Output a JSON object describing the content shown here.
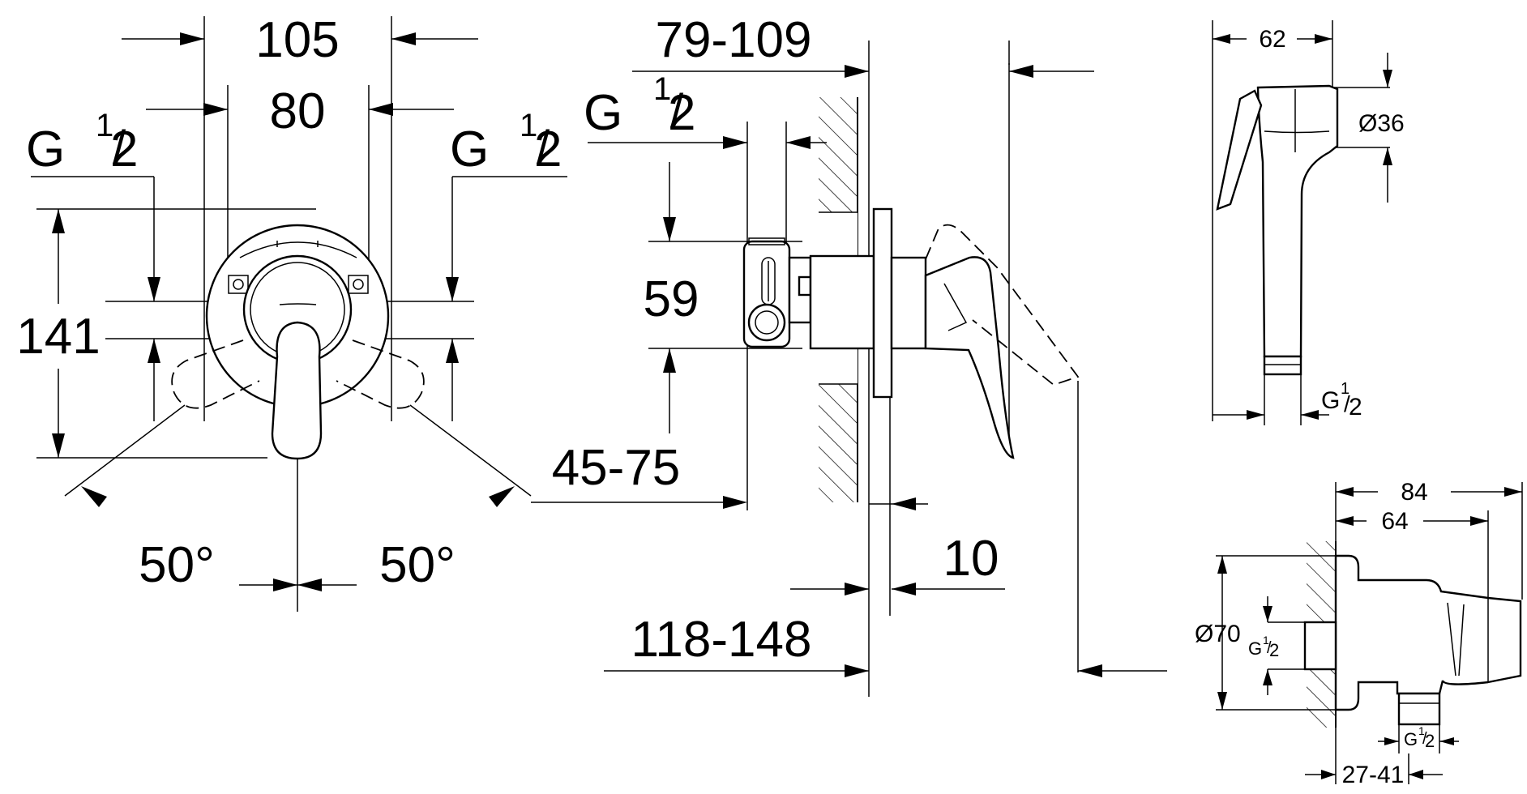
{
  "front_view": {
    "width_overall": "105",
    "width_inner": "80",
    "height": "141",
    "angle_left": "50°",
    "angle_right": "50°",
    "thread_left": {
      "main": "G",
      "num": "1",
      "den": "2"
    },
    "thread_right": {
      "main": "G",
      "num": "1",
      "den": "2"
    }
  },
  "side_view": {
    "depth_range": "79-109",
    "thread": {
      "main": "G",
      "num": "1",
      "den": "2"
    },
    "height_59": "59",
    "offset_range": "45-75",
    "plate_thickness": "10",
    "total_range": "118-148"
  },
  "hand_shower": {
    "length": "62",
    "diameter": "Ø36",
    "thread": {
      "main": "G",
      "num": "1",
      "den": "2"
    }
  },
  "wall_outlet": {
    "length_total": "84",
    "length_body": "64",
    "diameter": "Ø70",
    "thread_left": {
      "main": "G",
      "num": "1",
      "den": "2"
    },
    "thread_bottom": {
      "main": "G",
      "num": "1",
      "den": "2"
    },
    "depth_range": "27-41"
  }
}
